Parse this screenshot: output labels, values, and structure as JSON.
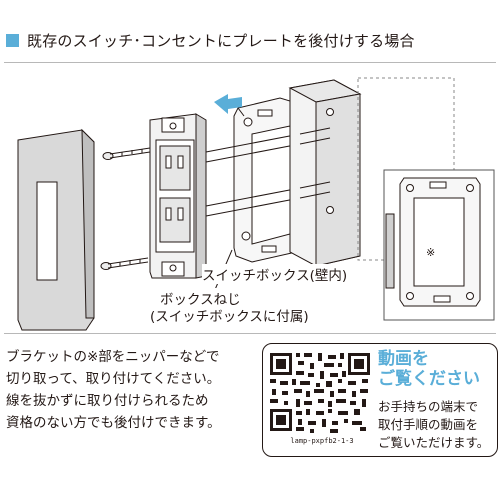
{
  "header": {
    "title": "既存のスイッチ･コンセントにプレートを後付けする場合",
    "marker_color": "#5aaed8"
  },
  "labels": {
    "switch_box": "スイッチボックス(壁内)",
    "box_screw_line1": "ボックスねじ",
    "box_screw_line2": "(スイッチボックスに付属)",
    "inset_mark": "※"
  },
  "note": {
    "lines": [
      "ブラケットの※部をニッパーなどで",
      "切り取って、取り付けてください。",
      "線を抜かずに取り付けられるため",
      "資格のない方でも後付けできます。"
    ]
  },
  "video": {
    "heading_line1": "動画を",
    "heading_line2": "ご覧ください",
    "sub_lines": [
      "お手持ちの端末で",
      "取付手順の動画を",
      "ご覧いただけます。"
    ],
    "qr_caption": "lamp-pxpfb2-1-3",
    "accent_color": "#5aaed8"
  }
}
